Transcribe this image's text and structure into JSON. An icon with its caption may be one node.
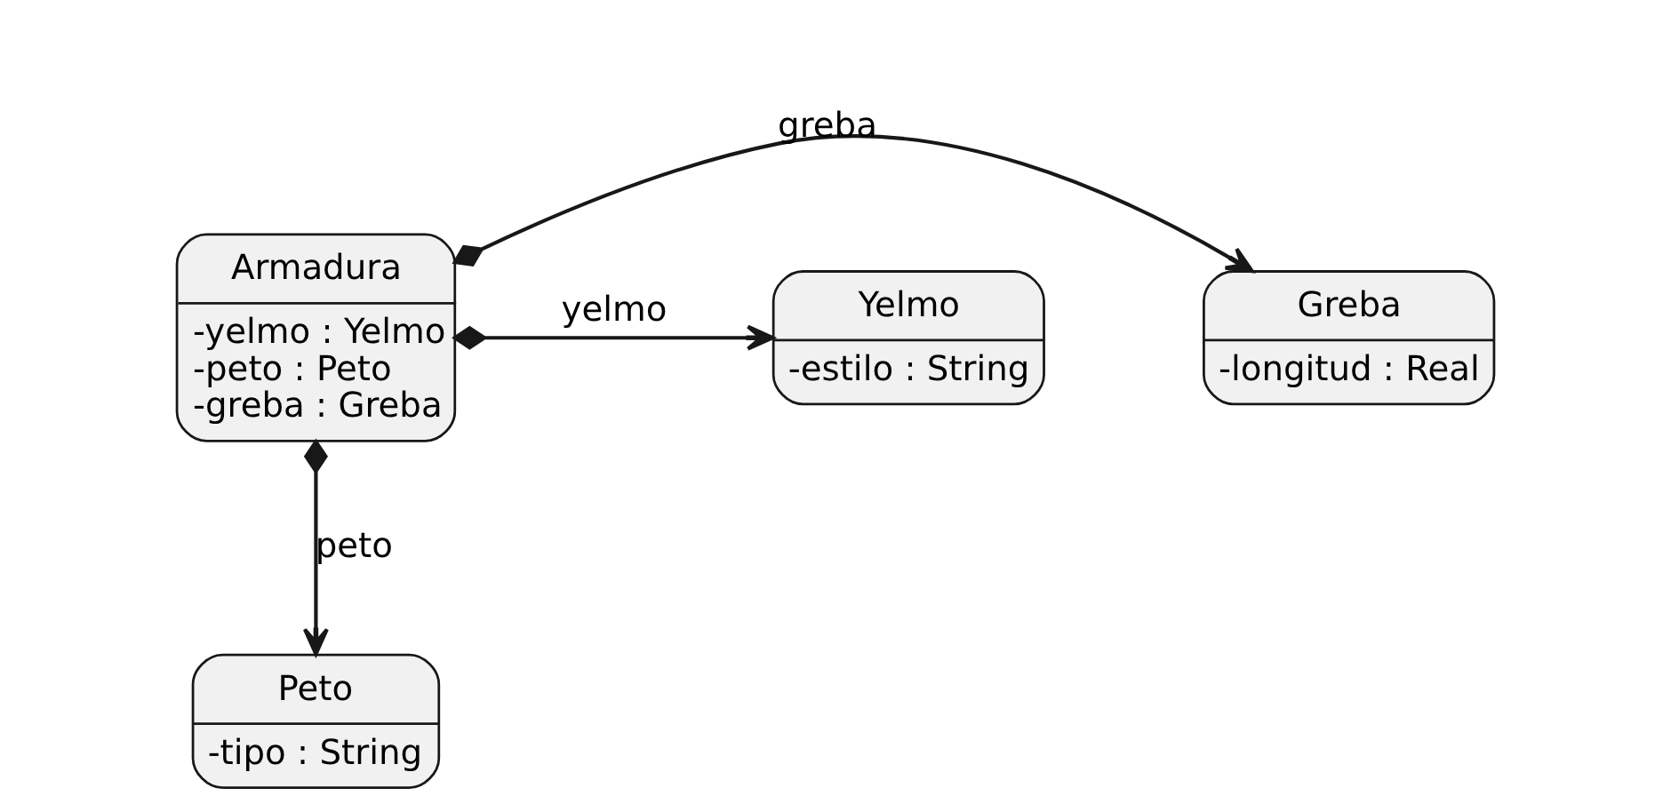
{
  "diagram": {
    "nodes": [
      {
        "text": [
          "Armadura",
          "-yelmo : Yelmo",
          "-peto : Peto",
          "-greba : Greba"
        ]
      },
      {
        "text": [
          "Greba",
          "-longitud : Real"
        ]
      },
      {
        "text": [
          "Yelmo",
          "-estilo : String"
        ]
      },
      {
        "text": [
          "Peto",
          "-tipo : String"
        ]
      }
    ],
    "edges": [
      {
        "from": 0,
        "to": 1,
        "arrow": "to",
        "label": "greba"
      },
      {
        "from": 0,
        "to": 2,
        "arrow": "to",
        "label": "yelmo"
      },
      {
        "from": 0,
        "to": 3,
        "arrow": "to",
        "label": "peto"
      }
    ]
  }
}
